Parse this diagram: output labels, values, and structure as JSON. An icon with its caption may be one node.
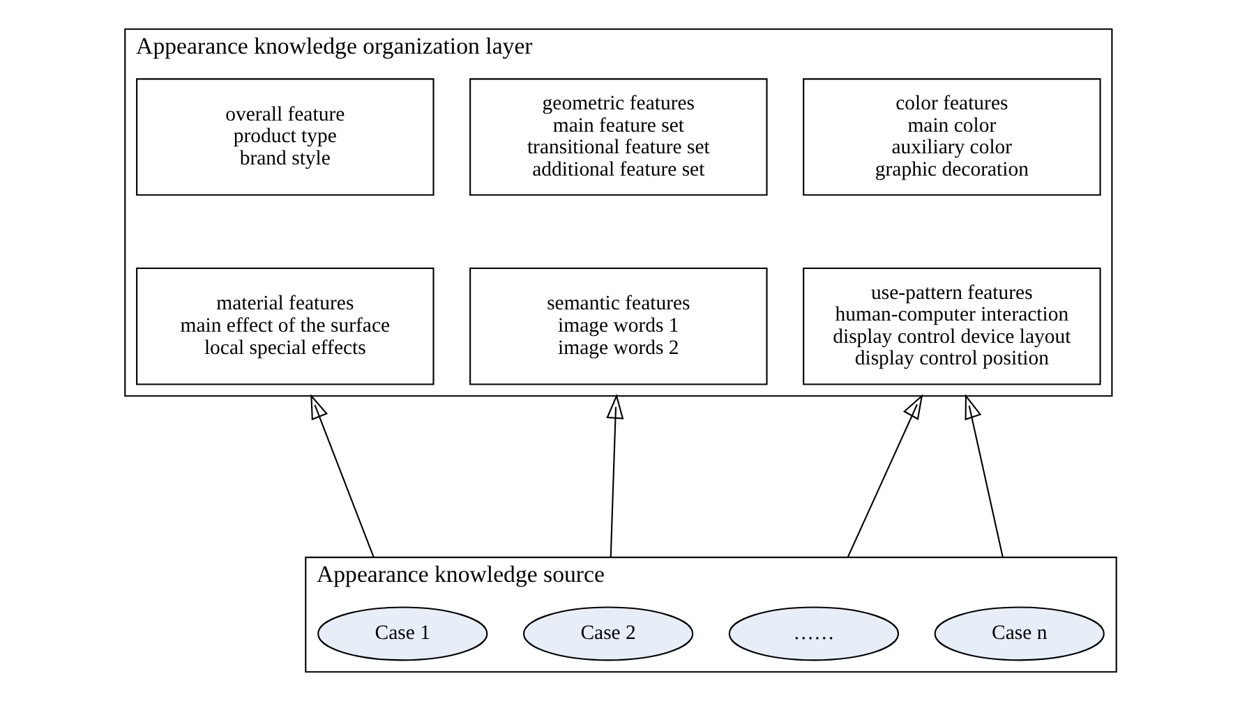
{
  "diagram": {
    "nodes": [
      {
        "text": [
          "Appearance knowledge organization layer"
        ]
      },
      {
        "text": [
          "overall feature",
          "product type",
          "brand style"
        ],
        "in": 0
      },
      {
        "text": [
          "geometric features",
          "main feature set",
          "transitional feature set",
          "additional feature set"
        ],
        "in": 0
      },
      {
        "text": [
          "color features",
          "main color",
          "auxiliary color",
          "graphic decoration"
        ],
        "in": 0
      },
      {
        "text": [
          "material features",
          "main effect of the surface",
          "local special effects"
        ],
        "in": 0
      },
      {
        "text": [
          "semantic features",
          "image words 1",
          "image words 2"
        ],
        "in": 0
      },
      {
        "text": [
          "use-pattern features",
          "human-computer interaction",
          "display control device layout",
          "display control position"
        ],
        "in": 0
      },
      {
        "text": [
          "Appearance knowledge source"
        ]
      },
      {
        "text": [
          "Case 1"
        ],
        "in": 7
      },
      {
        "text": [
          "Case 2"
        ],
        "in": 7
      },
      {
        "text": [
          "……"
        ],
        "in": 7
      },
      {
        "text": [
          "Case n"
        ],
        "in": 7
      }
    ],
    "edges": [
      {
        "from": 7,
        "to": 0,
        "arrow": "to"
      },
      {
        "from": 7,
        "to": 0,
        "arrow": "to"
      },
      {
        "from": 7,
        "to": 0,
        "arrow": "to"
      },
      {
        "from": 7,
        "to": 0,
        "arrow": "to"
      }
    ]
  }
}
